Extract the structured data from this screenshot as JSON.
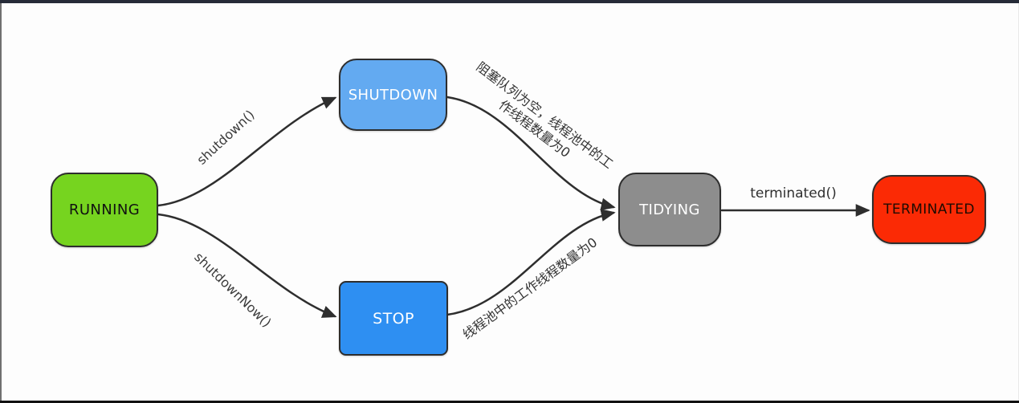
{
  "nodes": {
    "running": {
      "label": "RUNNING",
      "fill": "#76d41f",
      "text_color": "#111111"
    },
    "shutdown": {
      "label": "SHUTDOWN",
      "fill": "#63aaf1",
      "text_color": "#ffffff"
    },
    "stop": {
      "label": "STOP",
      "fill": "#2e8ff2",
      "text_color": "#ffffff"
    },
    "tidying": {
      "label": "TIDYING",
      "fill": "#8d8d8d",
      "text_color": "#ffffff"
    },
    "terminated": {
      "label": "TERMINATED",
      "fill": "#fb2a05",
      "text_color": "#1d0b02"
    }
  },
  "edges": {
    "running_shutdown": {
      "from": "RUNNING",
      "to": "SHUTDOWN",
      "label": "shutdown()"
    },
    "running_stop": {
      "from": "RUNNING",
      "to": "STOP",
      "label": "shutdownNow()"
    },
    "shutdown_tidying": {
      "from": "SHUTDOWN",
      "to": "TIDYING",
      "label": "阻塞队列为空，线程池中的工作线程数量为0",
      "line1": "阻塞队列为空，线程池中的工",
      "line2": "作线程数量为0"
    },
    "stop_tidying": {
      "from": "STOP",
      "to": "TIDYING",
      "label": "线程池中的工作线程数量为0"
    },
    "tidying_terminated": {
      "from": "TIDYING",
      "to": "TERMINATED",
      "label": "terminated()"
    }
  },
  "style": {
    "edge_color": "#2e2e2e",
    "canvas_background": "#fdfdfd",
    "top_edge_color": "#262b38",
    "bottom_edge_color": "#111111"
  }
}
